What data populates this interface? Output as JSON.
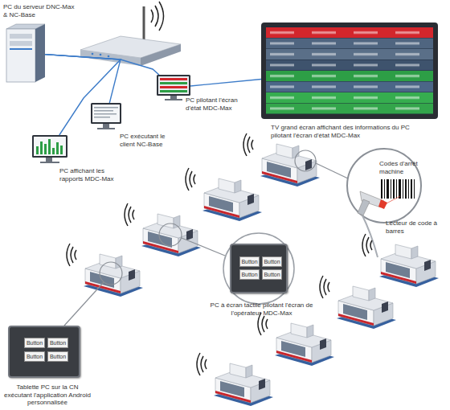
{
  "diagram": {
    "nodes": [
      {
        "text": [
          "PC du serveur DNC-Max & NC-Base"
        ]
      },
      {
        "text": [
          "PC pilotant l'écran d'état MDC-Max"
        ]
      },
      {
        "text": [
          "TV grand écran affichant des informations du PC pilotant l'écran d'état MDC-Max"
        ]
      },
      {
        "text": [
          "PC exécutant le client NC-Base"
        ]
      },
      {
        "text": [
          "PC affichant les rapports MDC-Max"
        ]
      },
      {
        "text": [
          "Codes d'arrêt machine",
          "Lecteur de code à barres"
        ]
      },
      {
        "text": [
          "PC à écran tactile pilotant l'écran de l'opérateur MDC-Max"
        ]
      },
      {
        "text": [
          "Button"
        ],
        "in": 6
      },
      {
        "text": [
          "Button"
        ],
        "in": 6
      },
      {
        "text": [
          "Button"
        ],
        "in": 6
      },
      {
        "text": [
          "Button"
        ],
        "in": 6
      },
      {
        "text": [
          "Tablette PC sur la CN exécutant l'application Android personnalisée"
        ]
      },
      {
        "text": [
          "Button"
        ],
        "in": 11
      },
      {
        "text": [
          "Button"
        ],
        "in": 11
      },
      {
        "text": [
          "Button"
        ],
        "in": 11
      },
      {
        "text": [
          "Button"
        ],
        "in": 11
      }
    ],
    "edges": [
      {
        "from": 0,
        "to": 1,
        "arrow": "none"
      },
      {
        "from": 0,
        "to": 3,
        "arrow": "none"
      },
      {
        "from": 0,
        "to": 4,
        "arrow": "none"
      },
      {
        "from": 1,
        "to": 2,
        "arrow": "none"
      }
    ]
  }
}
